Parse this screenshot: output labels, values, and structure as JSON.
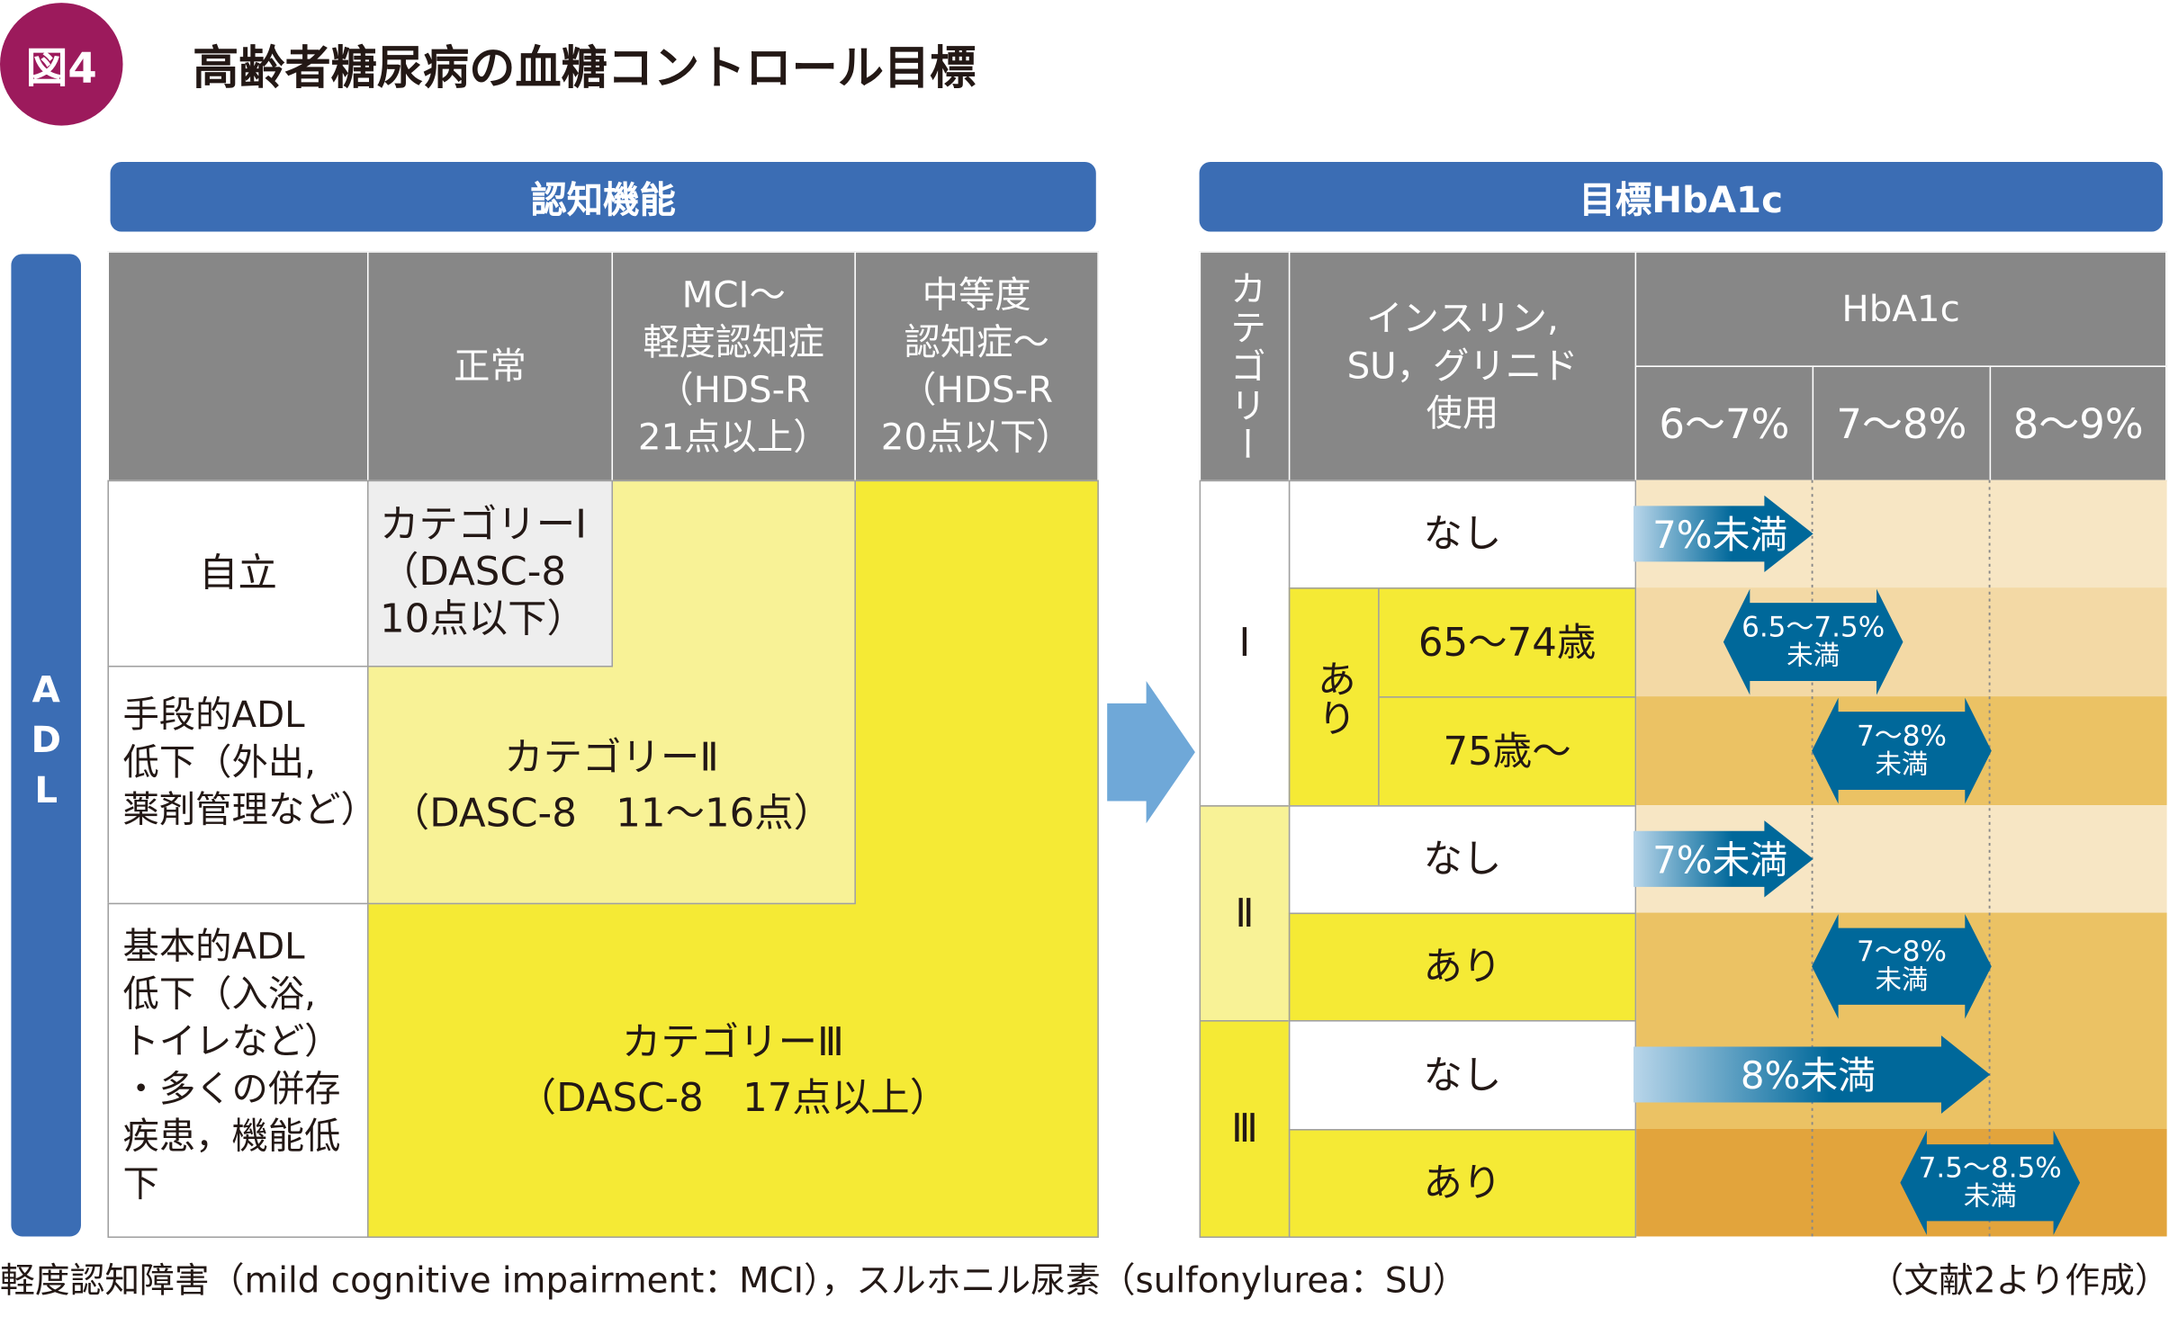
{
  "figure": {
    "badge": "図4",
    "title": "高齢者糖尿病の血糖コントロール目標"
  },
  "left": {
    "header": "認知機能",
    "side_label": "ADL",
    "columns": [
      "正常",
      "MCI〜\n軽度認知症\n（HDS-R\n21点以上）",
      "中等度\n認知症〜\n（HDS-R\n20点以下）"
    ],
    "rows": [
      "自立",
      "手段的ADL\n低下（外出,\n薬剤管理など）",
      "基本的ADL\n低下（入浴,\nトイレなど）\n・多くの併存\n疾患，機能低\n下"
    ],
    "categories": [
      "カテゴリーⅠ\n（DASC-8\n10点以下）",
      "カテゴリーⅡ\n（DASC-8　11〜16点）",
      "カテゴリーⅢ\n（DASC-8　17点以上）"
    ]
  },
  "right": {
    "header": "目標HbA1c",
    "col_category": "カテゴリー",
    "col_insulin": "インスリン,\nSU，グリニド\n使用",
    "col_hba1c": "HbA1c",
    "hba1c_ranges": [
      "6〜7%",
      "7〜8%",
      "8〜9%"
    ],
    "category_labels": [
      "Ⅰ",
      "Ⅱ",
      "Ⅲ"
    ],
    "ari_vertical": "あり",
    "rows": [
      "なし",
      "65〜74歳",
      "75歳〜",
      "なし",
      "あり",
      "なし",
      "あり"
    ],
    "targets": [
      {
        "label": "7%未満",
        "kind": "upper",
        "to": 7
      },
      {
        "label": "6.5〜7.5%\n未満",
        "kind": "range",
        "from": 6.5,
        "to": 7.5
      },
      {
        "label": "7〜8%\n未満",
        "kind": "range",
        "from": 7,
        "to": 8
      },
      {
        "label": "7%未満",
        "kind": "upper",
        "to": 7
      },
      {
        "label": "7〜8%\n未満",
        "kind": "range",
        "from": 7,
        "to": 8
      },
      {
        "label": "8%未満",
        "kind": "upper",
        "to": 8
      },
      {
        "label": "7.5〜8.5%\n未満",
        "kind": "range",
        "from": 7.5,
        "to": 8.5
      }
    ]
  },
  "footnote": "軽度認知障害（mild cognitive impairment：MCI），スルホニル尿素（sulfonylurea：SU）",
  "source": "（文献2より作成）",
  "colors": {
    "blue": "#3b6db4",
    "arrow": "#00689a",
    "badge": "#9c1a5c"
  }
}
